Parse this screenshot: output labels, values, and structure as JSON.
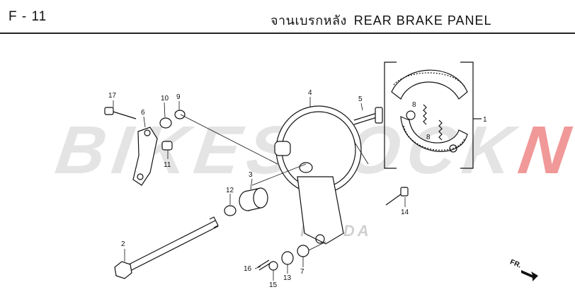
{
  "header": {
    "figure_code": "F - 11",
    "title_th": "จานเบรกหลัง",
    "title_en": "REAR BRAKE PANEL"
  },
  "watermark": {
    "text_part1": "BIKESTOCK",
    "text_part2": "N",
    "brand": "HONDA"
  },
  "direction_marker": "FR.",
  "callouts": [
    "1",
    "2",
    "3",
    "4",
    "5",
    "6",
    "7",
    "8",
    "8",
    "9",
    "10",
    "11",
    "12",
    "13",
    "14",
    "15",
    "16",
    "17"
  ],
  "colors": {
    "line": "#111111",
    "watermark_gray": "#cfcfcf",
    "watermark_red": "#e53030"
  }
}
